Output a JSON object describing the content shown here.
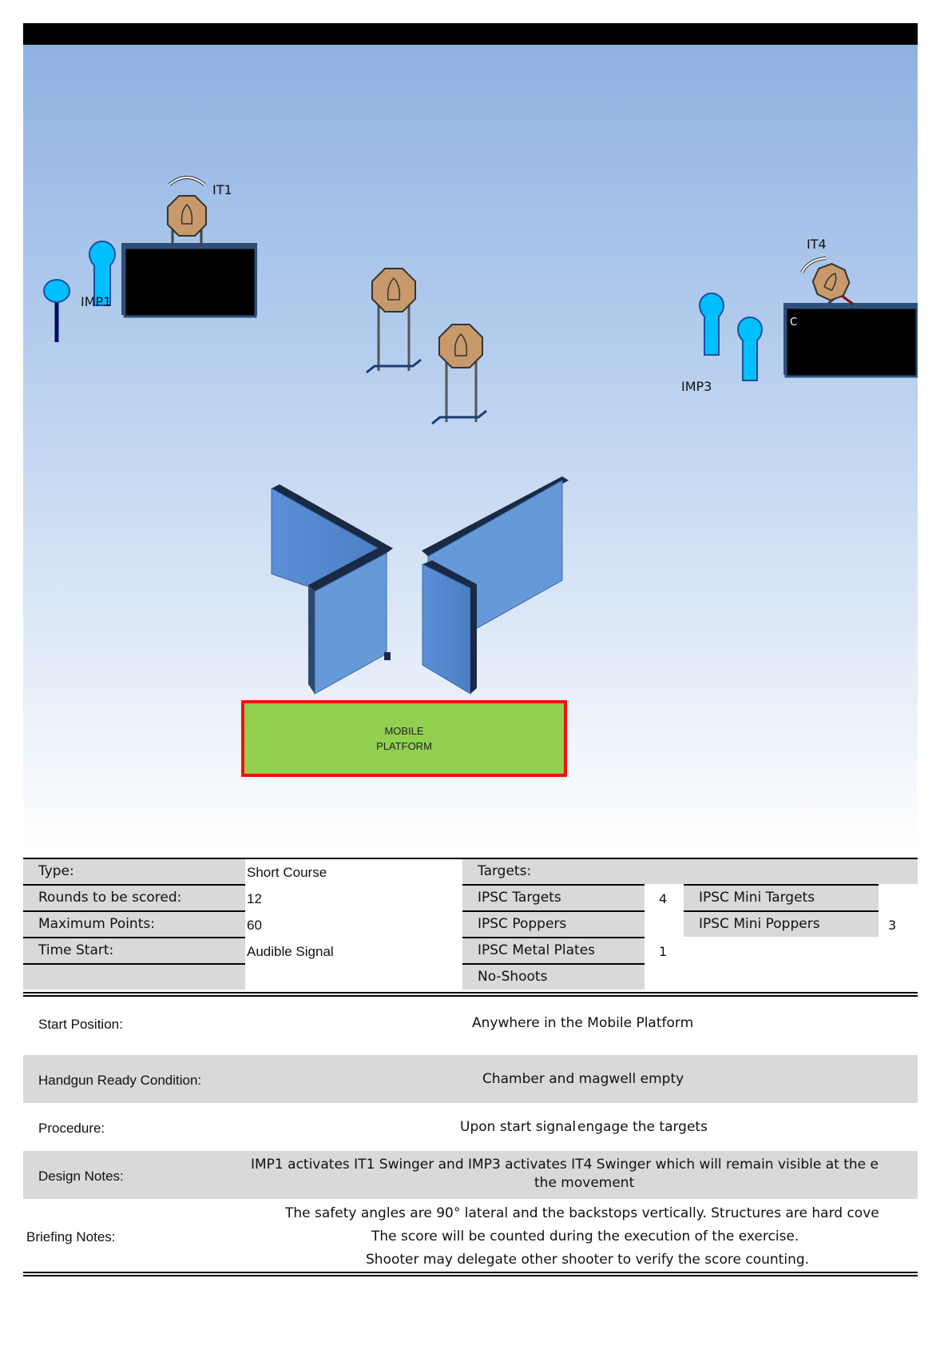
{
  "diagram": {
    "labels": {
      "it1": "IT1",
      "it4": "IT4",
      "imp1": "IMP1",
      "imp3": "IMP3",
      "wall_mark": "C"
    },
    "platform": {
      "line1": "MOBILE",
      "line2": "PLATFORM"
    }
  },
  "info": {
    "type_label": "Type:",
    "type_value": "Short Course",
    "rounds_label": "Rounds to be scored:",
    "rounds_value": "12",
    "max_points_label": "Maximum Points:",
    "max_points_value": "60",
    "time_start_label": "Time Start:",
    "time_start_value": "Audible Signal",
    "targets_header": "Targets:",
    "ipsc_targets_label": "IPSC Targets",
    "ipsc_targets_value": "4",
    "ipsc_poppers_label": "IPSC Poppers",
    "ipsc_metal_plates_label": "IPSC Metal Plates",
    "ipsc_metal_plates_value": "1",
    "no_shoots_label": "No-Shoots",
    "ipsc_mini_targets_label": "IPSC Mini Targets",
    "ipsc_mini_poppers_label": "IPSC Mini Poppers",
    "ipsc_mini_poppers_value": "3"
  },
  "notes": {
    "start_position_label": "Start Position:",
    "start_position_value": "Anywhere in the Mobile Platform",
    "ready_label": "Handgun Ready Condition:",
    "ready_value": "Chamber and magwell empty",
    "procedure_label": "Procedure:",
    "procedure_value_a": "Upon start signal",
    "procedure_value_b": "engage the targets",
    "design_label": "Design Notes:",
    "design_line1": "IMP1 activates IT1 Swinger and IMP3 activates IT4 Swinger which will remain visible at the e",
    "design_line2": "the movement",
    "briefing_label": "Briefing Notes:",
    "briefing_line1": "The safety angles are 90° lateral and the backstops vertically. Structures are hard cove",
    "briefing_line2": "The score will be counted during the execution of the exercise.",
    "briefing_line3": "Shooter may delegate other shooter to verify the score counting."
  }
}
